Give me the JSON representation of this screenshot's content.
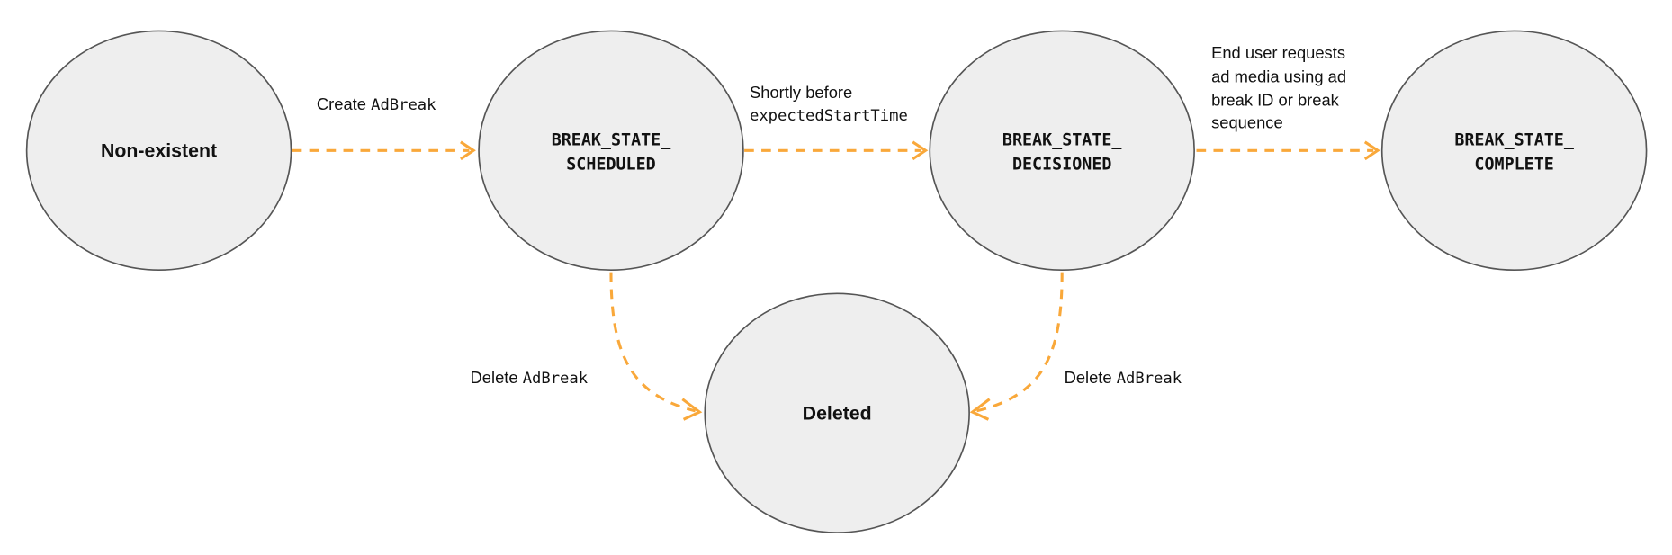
{
  "colors": {
    "arrow": "#f9a83a",
    "node_fill": "#eeeeee",
    "node_stroke": "#555555"
  },
  "nodes": {
    "nonexistent": {
      "label": "Non-existent"
    },
    "scheduled": {
      "line1": "BREAK_STATE_",
      "line2": "SCHEDULED"
    },
    "decisioned": {
      "line1": "BREAK_STATE_",
      "line2": "DECISIONED"
    },
    "complete": {
      "line1": "BREAK_STATE_",
      "line2": "COMPLETE"
    },
    "deleted": {
      "label": "Deleted"
    }
  },
  "edges": {
    "create": {
      "text": "Create ",
      "code": "AdBreak"
    },
    "decide": {
      "line1": "Shortly before",
      "code": "expectedStartTime"
    },
    "complete": {
      "line1": "End user requests",
      "line2": "ad media using ad",
      "line3": "break ID or break",
      "line4": "sequence"
    },
    "delete_scheduled": {
      "text": "Delete ",
      "code": "AdBreak"
    },
    "delete_decisioned": {
      "text": "Delete ",
      "code": "AdBreak"
    }
  }
}
